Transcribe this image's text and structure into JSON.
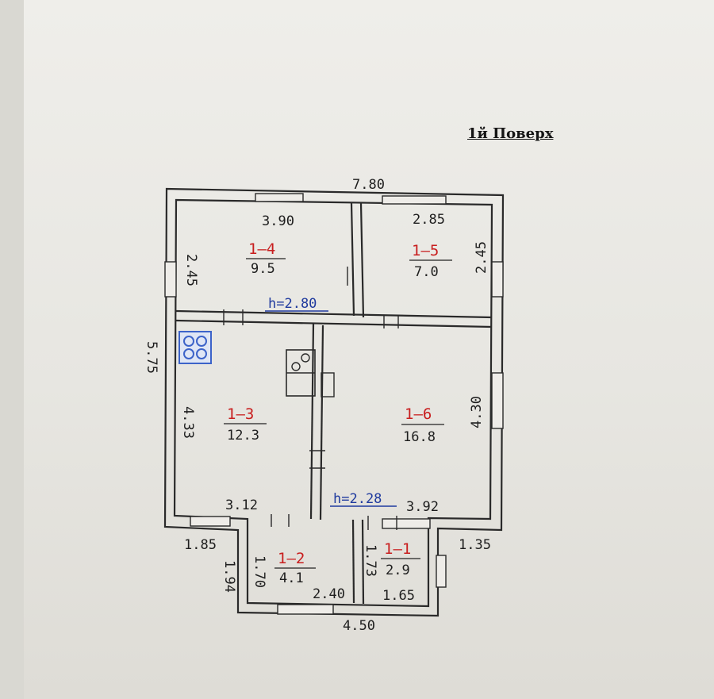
{
  "floor_title": "1й Поверх",
  "dimensions": {
    "total_width": "7.80",
    "total_depth": "5.75",
    "room_1_4_width": "3.90",
    "room_1_4_depth": "2.45",
    "room_1_5_width": "2.85",
    "room_1_5_depth": "2.45",
    "room_1_3_depth": "4.33",
    "room_1_3_width": "3.12",
    "room_1_6_depth": "4.30",
    "room_1_6_width": "3.92",
    "left_offset": "1.85",
    "right_offset": "1.35",
    "vestibule_depth": "1.94",
    "room_1_2_depth": "1.70",
    "room_1_2_width": "2.40",
    "room_1_1_depth": "1.73",
    "room_1_1_width": "1.65",
    "vestibule_width": "4.50"
  },
  "rooms": [
    {
      "id": "1–4",
      "area": "9.5"
    },
    {
      "id": "1–5",
      "area": "7.0"
    },
    {
      "id": "1–3",
      "area": "12.3"
    },
    {
      "id": "1–6",
      "area": "16.8"
    },
    {
      "id": "1–2",
      "area": "4.1"
    },
    {
      "id": "1–1",
      "area": "2.9"
    }
  ],
  "heights": {
    "upper": "h=2.80",
    "lower": "h=2.28"
  },
  "colors": {
    "room_id": "#c81e1e",
    "height_label": "#1f3a9e",
    "boiler_icon": "#3c63c9"
  },
  "icons": [
    "boiler-icon",
    "stove-icon"
  ]
}
